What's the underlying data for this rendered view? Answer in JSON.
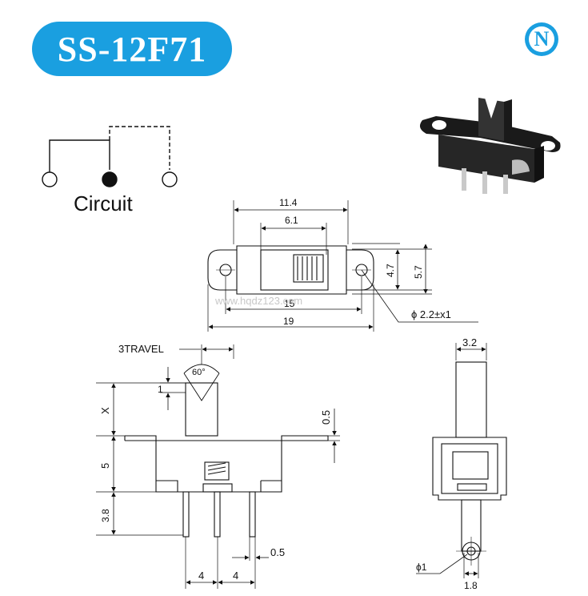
{
  "header": {
    "title": "SS-12F71"
  },
  "logo": {
    "letter": "N",
    "color": "#1a9fe0"
  },
  "circuit": {
    "label": "Circuit"
  },
  "top_view": {
    "dim_11_4": "11.4",
    "dim_6_1": "6.1",
    "dim_4_7": "4.7",
    "dim_5_7": "5.7",
    "dim_15": "15",
    "dim_19": "19",
    "hole_prefix": "ϕ 2.2",
    "hole_suffix": "x1",
    "watermark": "www.hqdz123.com"
  },
  "side_view": {
    "travel": "3TRAVEL",
    "angle": "60°",
    "dim_1": "1",
    "dim_x": "X",
    "dim_0_5_top": "0.5",
    "dim_5": "5",
    "dim_3_8": "3.8",
    "dim_0_5_bottom": "0.5",
    "dim_4_left": "4",
    "dim_4_right": "4"
  },
  "end_view": {
    "dim_3_2": "3.2",
    "dim_phi_1": "ϕ1",
    "dim_1_8": "1.8"
  }
}
